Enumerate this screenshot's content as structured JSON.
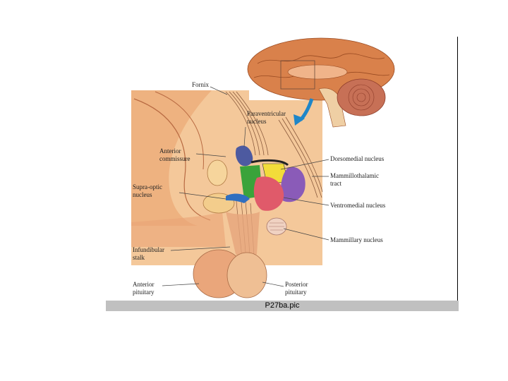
{
  "labels": {
    "fornix": "Fornix",
    "paraventricular": [
      "Paraventricular",
      "nucleus"
    ],
    "anterior_commissure": [
      "Anterior",
      "commissure"
    ],
    "supraoptic": [
      "Supra-optic",
      "nucleus"
    ],
    "infundibular": [
      "Infundibular",
      "stalk"
    ],
    "anterior_pituitary": [
      "Anterior",
      "pituitary"
    ],
    "dorsomedial": "Dorsomedial nucleus",
    "mammillothalamic": [
      "Mammillothalamic",
      "tract"
    ],
    "ventromedial": "Ventromedial nucleus",
    "mammillary": "Mammillary nucleus",
    "posterior_pituitary": [
      "Posterior",
      "pituitary"
    ]
  },
  "caption": "P27ba.pic",
  "colors": {
    "panel_bg": "#f4c89a",
    "tissue": "#e9a476",
    "brain": "#d9814b",
    "cerebellum": "#c77056",
    "arrow": "#1f86c8",
    "paraventricular_nucleus": "#4d5aa0",
    "supraoptic_nucleus": "#2f6fc0",
    "anterior_nucleus": "#3aa33a",
    "dorsomedial_nucleus": "#f2dc3a",
    "ventromedial_nucleus": "#e05a6a",
    "posterior_nucleus": "#8a5bb8",
    "mammillary_body": "#f0d2c2"
  }
}
